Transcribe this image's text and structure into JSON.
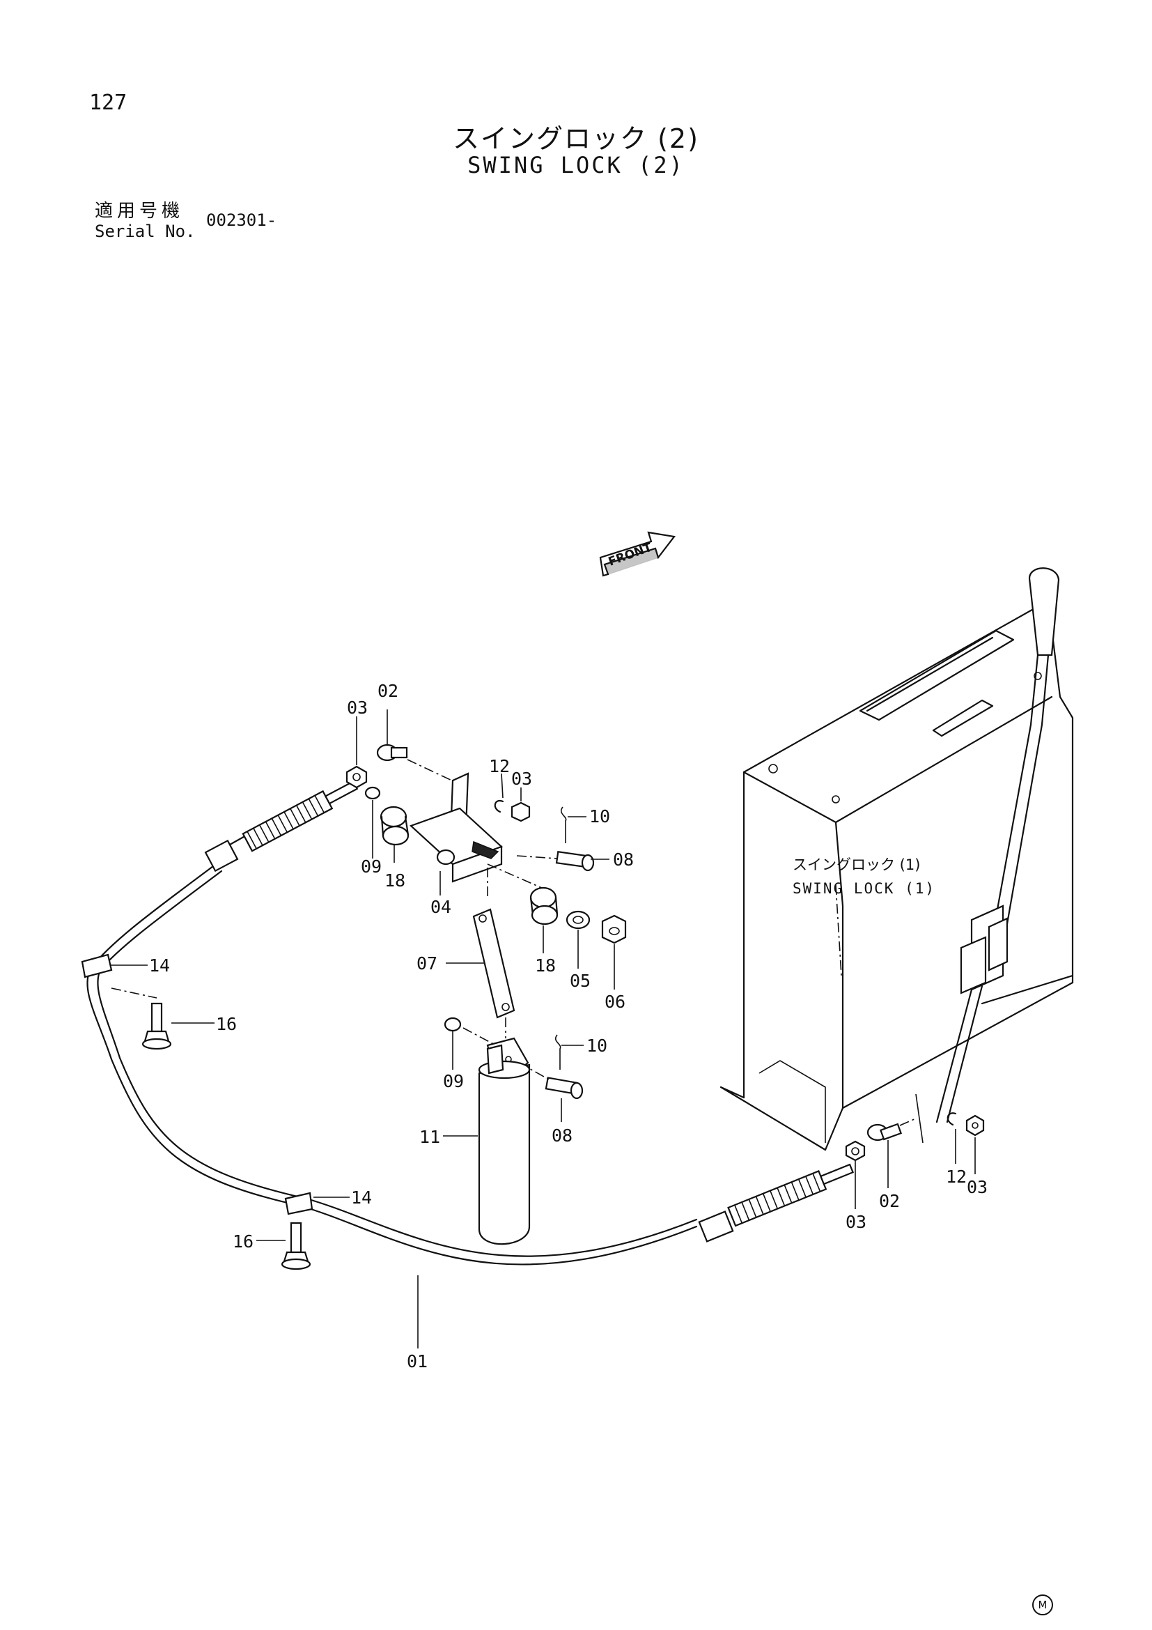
{
  "header": {
    "page_number": "127",
    "title_jp": "スイングロック (2)",
    "title_en": "SWING LOCK (2)",
    "serial_label_jp": "適用号機",
    "serial_label_en": "Serial No.",
    "serial_value": "002301-"
  },
  "diagram": {
    "front_label": "FRONT",
    "reference_jp": "スイングロック (1)",
    "reference_en": "SWING LOCK (1)",
    "callouts": [
      "01",
      "02",
      "03",
      "04",
      "05",
      "06",
      "07",
      "08",
      "09",
      "10",
      "11",
      "12",
      "14",
      "16",
      "18"
    ]
  },
  "footer": {
    "maker_mark": "M"
  }
}
